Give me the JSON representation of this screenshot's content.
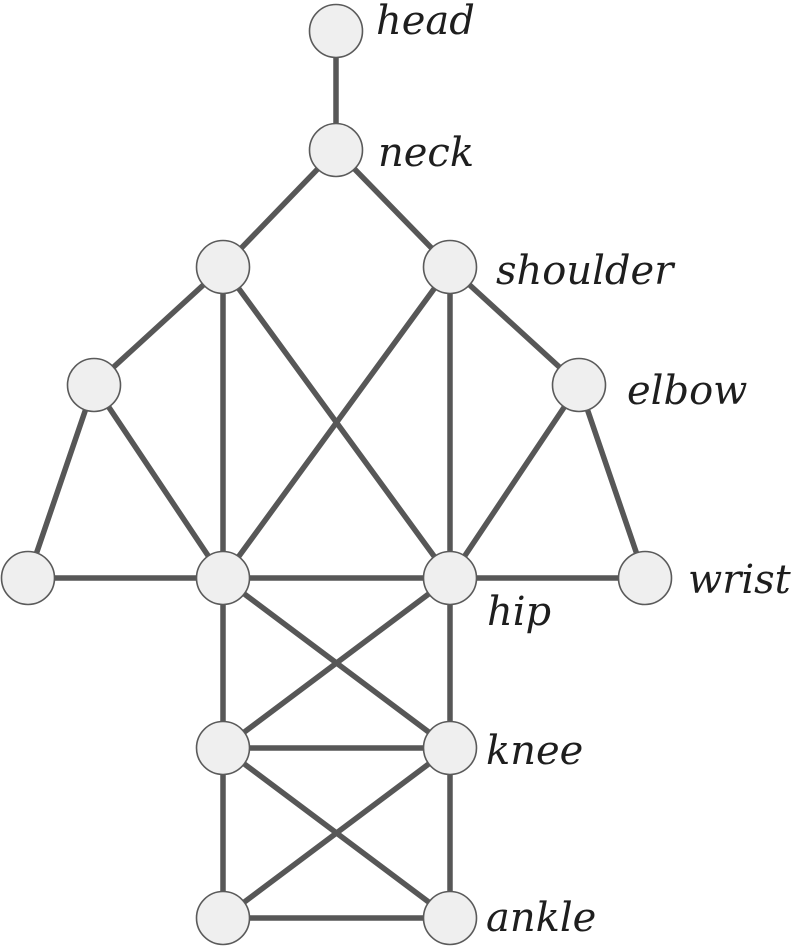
{
  "diagram": {
    "type": "skeleton-graph",
    "labels": {
      "head": "head",
      "neck": "neck",
      "shoulder": "shoulder",
      "elbow": "elbow",
      "wrist": "wrist",
      "hip": "hip",
      "knee": "knee",
      "ankle": "ankle"
    },
    "nodes": [
      {
        "id": "head"
      },
      {
        "id": "neck"
      },
      {
        "id": "shoulder-left"
      },
      {
        "id": "shoulder-right"
      },
      {
        "id": "elbow-left"
      },
      {
        "id": "elbow-right"
      },
      {
        "id": "wrist-left"
      },
      {
        "id": "hip-left"
      },
      {
        "id": "hip-right"
      },
      {
        "id": "wrist-right"
      },
      {
        "id": "knee-left"
      },
      {
        "id": "knee-right"
      },
      {
        "id": "ankle-left"
      },
      {
        "id": "ankle-right"
      }
    ],
    "edges": [
      [
        "head",
        "neck"
      ],
      [
        "neck",
        "shoulder-left"
      ],
      [
        "neck",
        "shoulder-right"
      ],
      [
        "shoulder-left",
        "elbow-left"
      ],
      [
        "shoulder-left",
        "hip-left"
      ],
      [
        "shoulder-left",
        "hip-right"
      ],
      [
        "shoulder-right",
        "elbow-right"
      ],
      [
        "shoulder-right",
        "hip-right"
      ],
      [
        "shoulder-right",
        "hip-left"
      ],
      [
        "elbow-left",
        "wrist-left"
      ],
      [
        "elbow-left",
        "hip-left"
      ],
      [
        "elbow-right",
        "wrist-right"
      ],
      [
        "elbow-right",
        "hip-right"
      ],
      [
        "wrist-left",
        "hip-left"
      ],
      [
        "hip-left",
        "hip-right"
      ],
      [
        "hip-right",
        "wrist-right"
      ],
      [
        "hip-left",
        "knee-left"
      ],
      [
        "hip-left",
        "knee-right"
      ],
      [
        "hip-right",
        "knee-right"
      ],
      [
        "hip-right",
        "knee-left"
      ],
      [
        "knee-left",
        "knee-right"
      ],
      [
        "knee-left",
        "ankle-left"
      ],
      [
        "knee-left",
        "ankle-right"
      ],
      [
        "knee-right",
        "ankle-right"
      ],
      [
        "knee-right",
        "ankle-left"
      ],
      [
        "ankle-left",
        "ankle-right"
      ]
    ]
  }
}
